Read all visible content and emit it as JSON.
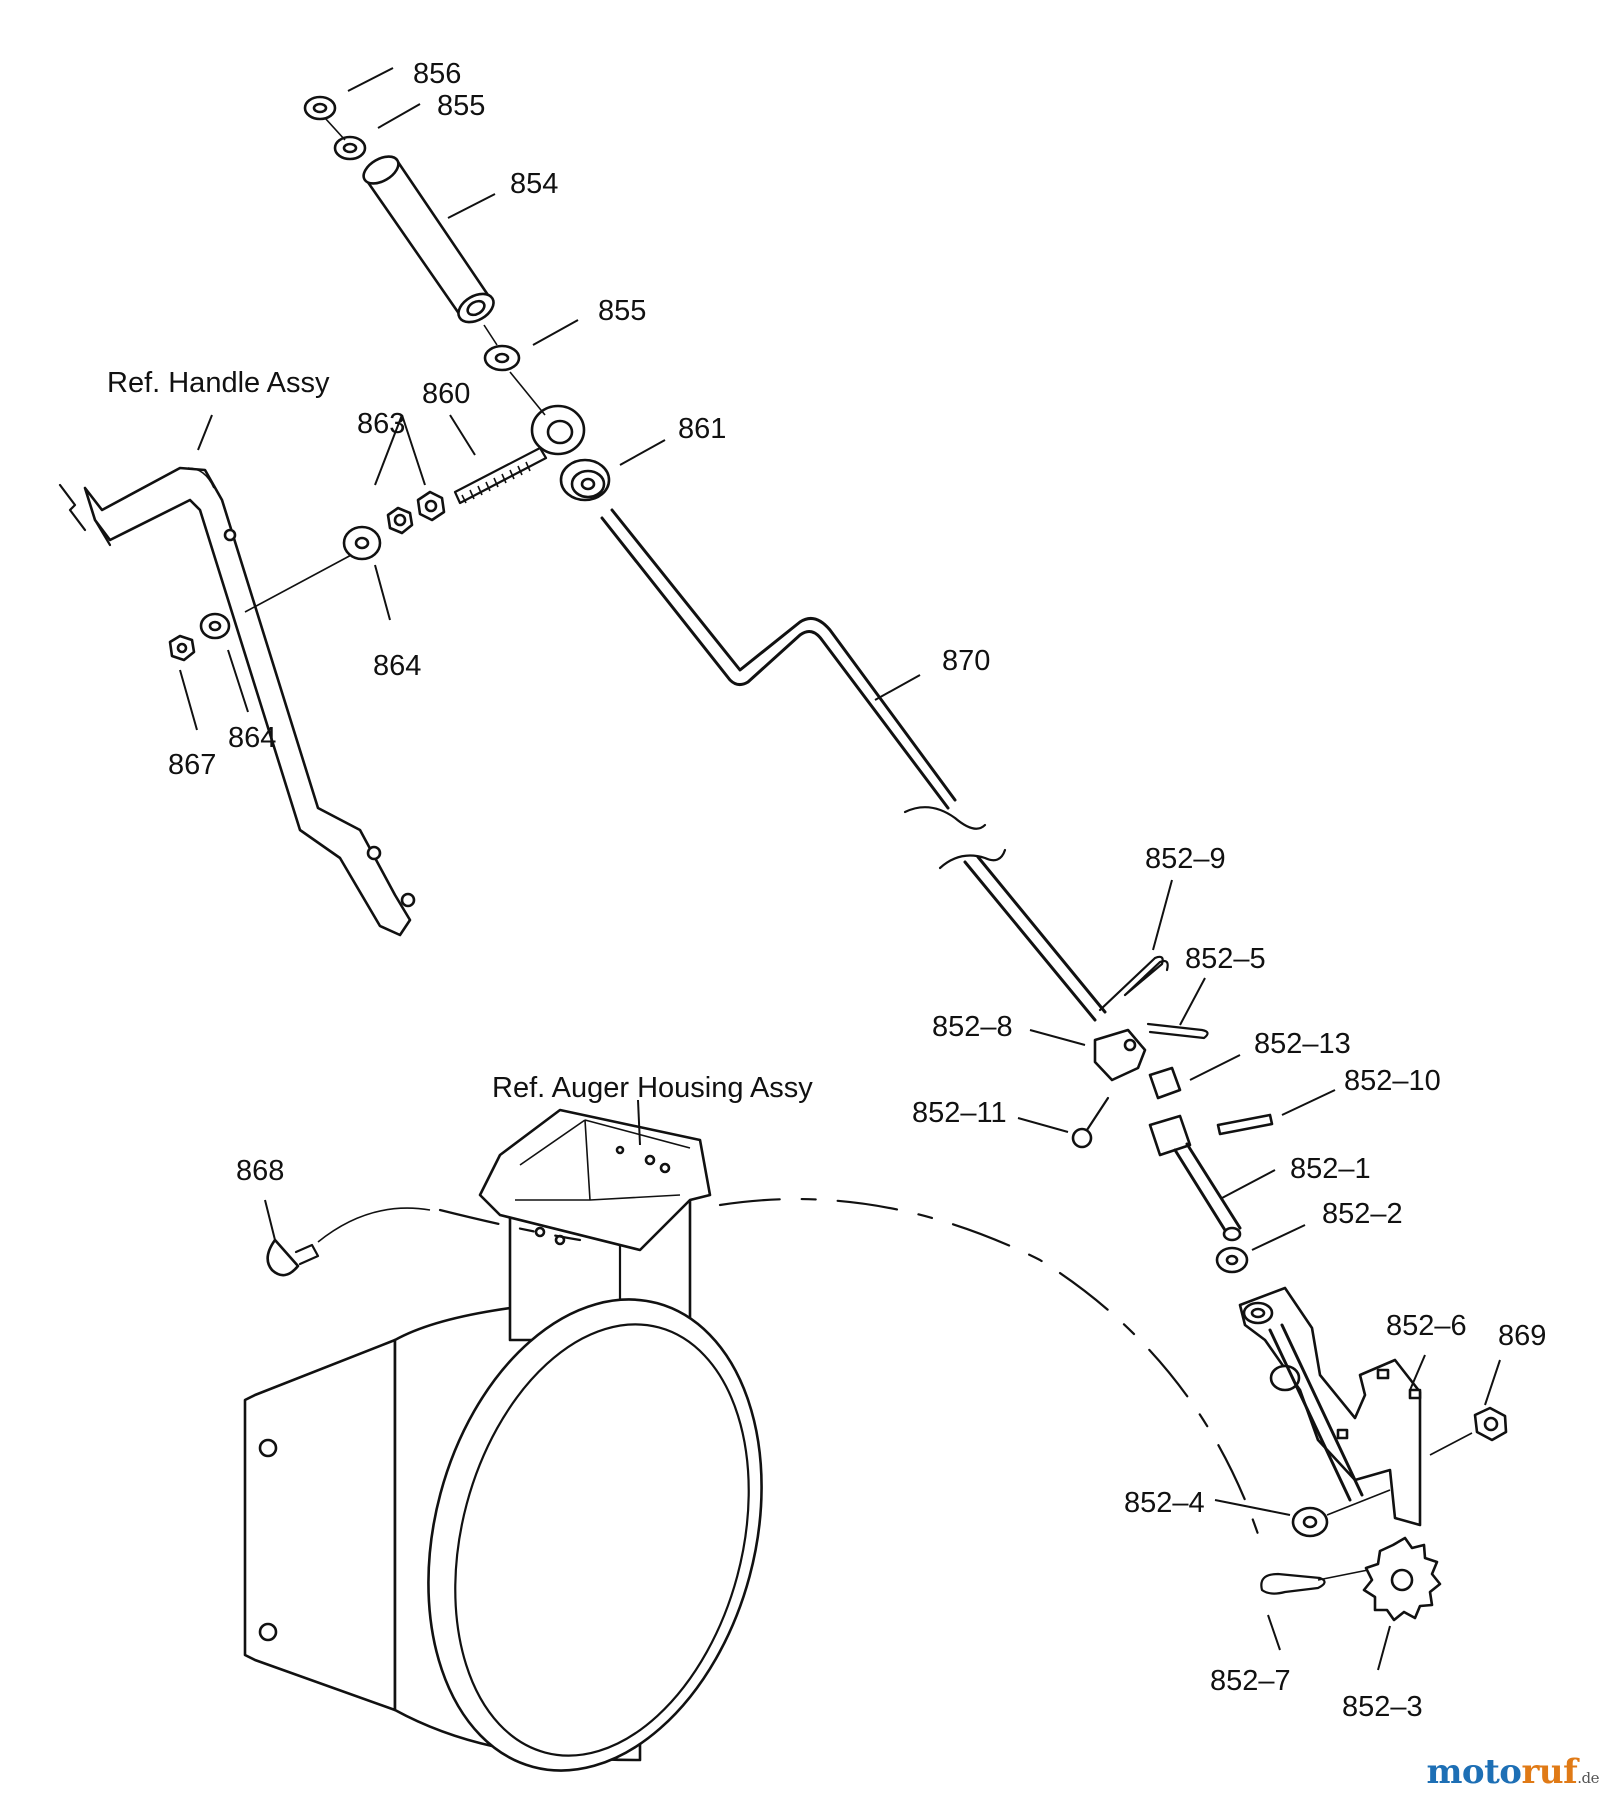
{
  "labels": {
    "p856": "856",
    "p855a": "855",
    "p854": "854",
    "p855b": "855",
    "ref_handle": "Ref. Handle Assy",
    "p860": "860",
    "p863": "863",
    "p861": "861",
    "p864a": "864",
    "p864b": "864",
    "p867": "867",
    "p870": "870",
    "p852_9": "852–9",
    "p852_5": "852–5",
    "p852_8": "852–8",
    "p852_13": "852–13",
    "p852_10": "852–10",
    "p852_11": "852–11",
    "p852_1": "852–1",
    "p852_2": "852–2",
    "ref_auger": "Ref. Auger Housing Assy",
    "p868": "868",
    "p852_6": "852–6",
    "p869": "869",
    "p852_4": "852–4",
    "p852_7": "852–7",
    "p852_3": "852–3"
  },
  "watermark": {
    "a": "moto",
    "b": "ruf",
    "c": ".de"
  }
}
